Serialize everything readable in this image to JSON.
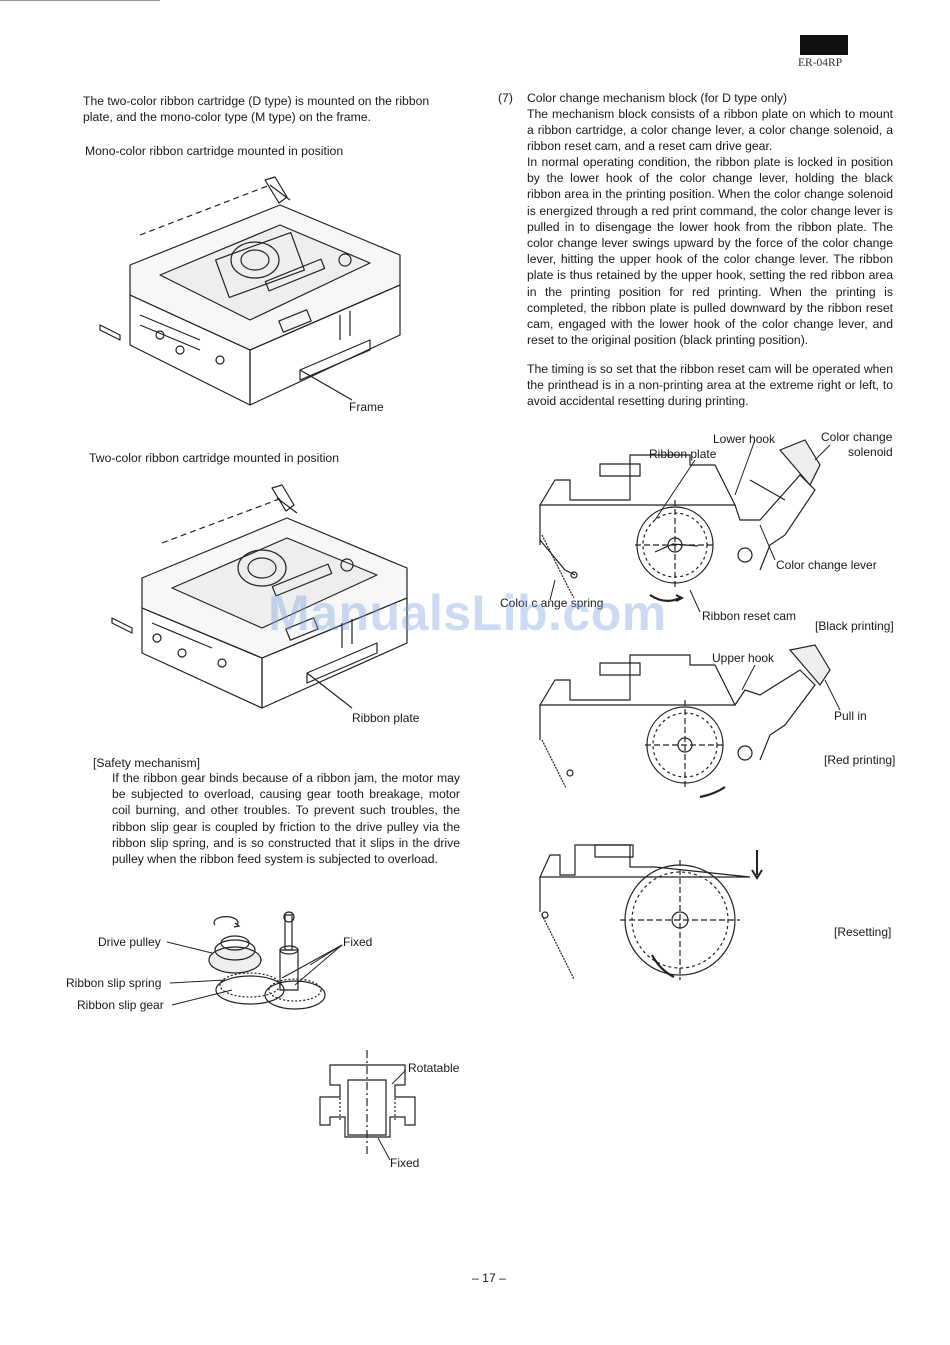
{
  "header": {
    "model": "ER-04RP",
    "brand_color": "#111111"
  },
  "left": {
    "intro": "The two-color ribbon cartridge (D type) is mounted on the ribbon plate, and the mono-color type (M type) on the frame.",
    "mono_caption": "Mono-color ribbon cartridge mounted in position",
    "frame_label": "Frame",
    "two_caption": "Two-color ribbon cartridge mounted in position",
    "ribbon_plate_label": "Ribbon plate",
    "safety_title": "[Safety mechanism]",
    "safety_text": "If the ribbon gear binds because of a ribbon jam, the motor may be subjected to overload, causing gear tooth breakage, motor coil burning, and other troubles. To prevent such troubles, the ribbon slip gear is coupled by friction to the drive pulley via the ribbon slip spring, and is so constructed that it slips in the drive pulley when the ribbon feed system is subjected to overload.",
    "gear_labels": {
      "drive_pulley": "Drive pulley",
      "slip_spring": "Ribbon slip spring",
      "slip_gear": "Ribbon slip gear",
      "fixed": "Fixed"
    },
    "section_labels": {
      "rotatable": "Rotatable",
      "fixed": "Fixed"
    }
  },
  "right": {
    "heading_num": "(7)",
    "heading": "Color change mechanism block (for D type only)",
    "p1": "The mechanism block consists of a ribbon plate on which to mount a ribbon cartridge, a color change lever, a color change solenoid, a ribbon reset cam, and a reset cam drive gear.",
    "p2": "In normal operating condition, the ribbon plate is locked in position by the lower hook of the color change lever, holding the black ribbon area in the printing position. When the color change solenoid is energized through a red print command, the color change lever is pulled in to disengage the lower hook from the ribbon plate. The color change lever swings upward by the force of the color change lever, hitting the upper hook of the color change lever. The ribbon plate is thus retained by the upper hook, setting the red ribbon area in the printing position for red printing. When the printing is completed, the ribbon plate is pulled downward by the ribbon reset cam, engaged with the lower hook of the color change lever, and reset to the original position (black printing position).",
    "p3": "The timing is so set that the ribbon reset cam will be operated when the printhead is in a non-printing area at the extreme right or left, to avoid accidental resetting during printing.",
    "diagram1": {
      "lower_hook": "Lower hook",
      "ribbon_plate": "Ribbon plate",
      "color_change": "Color change",
      "solenoid": "solenoid",
      "color_change_lever": "Color change lever",
      "spring": "Coloı c ange spring",
      "reset_cam": "Ribbon reset cam",
      "state": "[Black printing]"
    },
    "diagram2": {
      "upper_hook": "Upper hook",
      "pull_in": "Pull in",
      "state": "[Red printing]"
    },
    "diagram3": {
      "state": "[Resetting]"
    }
  },
  "footer": {
    "page_number": "– 17 –"
  },
  "watermark": "ManualsLib.com"
}
